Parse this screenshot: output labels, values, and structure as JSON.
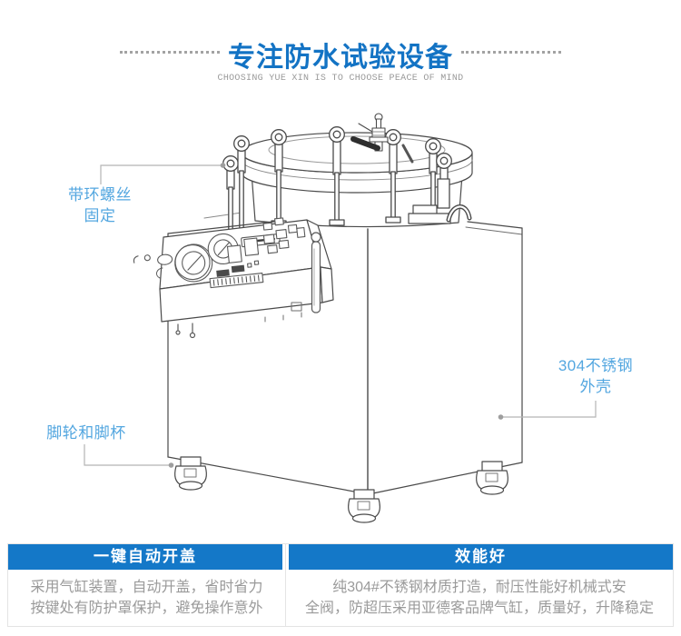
{
  "header": {
    "title": "专注防水试验设备",
    "subtitle": "CHOOSING YUE XIN IS TO CHOOSE PEACE OF MIND"
  },
  "annotations": {
    "ring_screw": {
      "line1": "带环螺丝",
      "line2": "固定"
    },
    "shell": {
      "line1": "304不锈钢",
      "line2": "外壳"
    },
    "casters": {
      "line1": "脚轮和脚杯"
    }
  },
  "features": {
    "left": {
      "title": "一键自动开盖",
      "line1": "采用气缸装置，自动开盖，省时省力",
      "line2": "按键处有防护罩保护，避免操作意外"
    },
    "right": {
      "title": "效能好",
      "line1": "纯304#不锈钢材质打造，耐压性能好机械式安",
      "line2": "全阀，防超压采用亚德客品牌气缸，质量好，升降稳定"
    }
  },
  "colors": {
    "title_blue": "#1373c4",
    "bar_blue": "#1478c8",
    "annotation_blue": "#54a7e0",
    "body_gray": "#9a9a9a",
    "subtitle_gray": "#999999",
    "line_gray": "#b5b5b5",
    "border_gray": "#e4e4e4"
  }
}
